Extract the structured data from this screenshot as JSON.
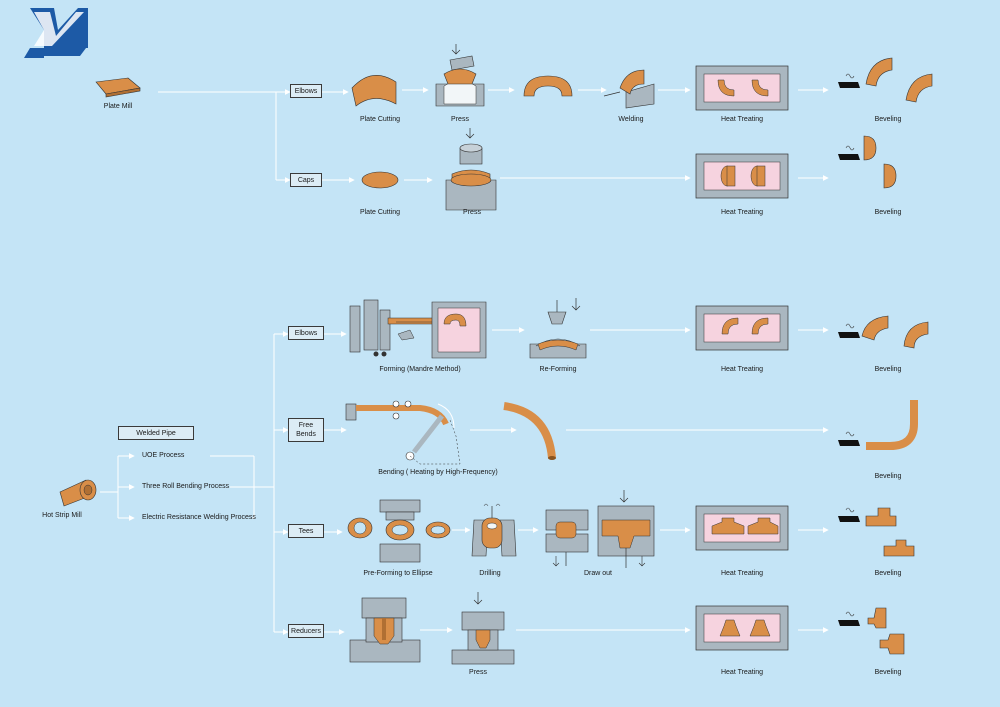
{
  "colors": {
    "background": "#c4e4f6",
    "copper": "#d98e48",
    "machine": "#aab7c0",
    "furnace_inner": "#f6d3df",
    "arrow": "#ffffff"
  },
  "logo": {
    "icon": "company-logo-icon"
  },
  "sources": {
    "plate_mill": "Plate  Mill",
    "hot_strip_mill": "Hot Strip Mill"
  },
  "welded_pipe": {
    "title": "Welded Pipe",
    "processes": [
      "UOE Process",
      "Three Roll Bending Process",
      "Electric Resistance Welding Process"
    ]
  },
  "categories": {
    "elbows_top": "Elbows",
    "caps": "Caps",
    "elbows_mid": "Elbows",
    "free_bends": "Free\nBends",
    "tees": "Tees",
    "reducers": "Reducers"
  },
  "steps": {
    "elbows_top": [
      "Plate  Cutting",
      "Press",
      "Welding",
      "Heat  Treating",
      "Beveling"
    ],
    "caps": [
      "Plate  Cutting",
      "Press",
      "Heat  Treating",
      "Beveling"
    ],
    "elbows_mid": [
      "Forming (Mandre  Method)",
      "Re-Forming",
      "Heat  Treating",
      "Beveling"
    ],
    "free_bends": [
      "Bending ( Heating by High-Frequency)",
      "Beveling"
    ],
    "tees": [
      "Pre-Forming to Ellipse",
      "Drilling",
      "Draw out",
      "Heat  Treating",
      "Beveling"
    ],
    "reducers": [
      "Press",
      "Heat  Treating",
      "Beveling"
    ]
  }
}
